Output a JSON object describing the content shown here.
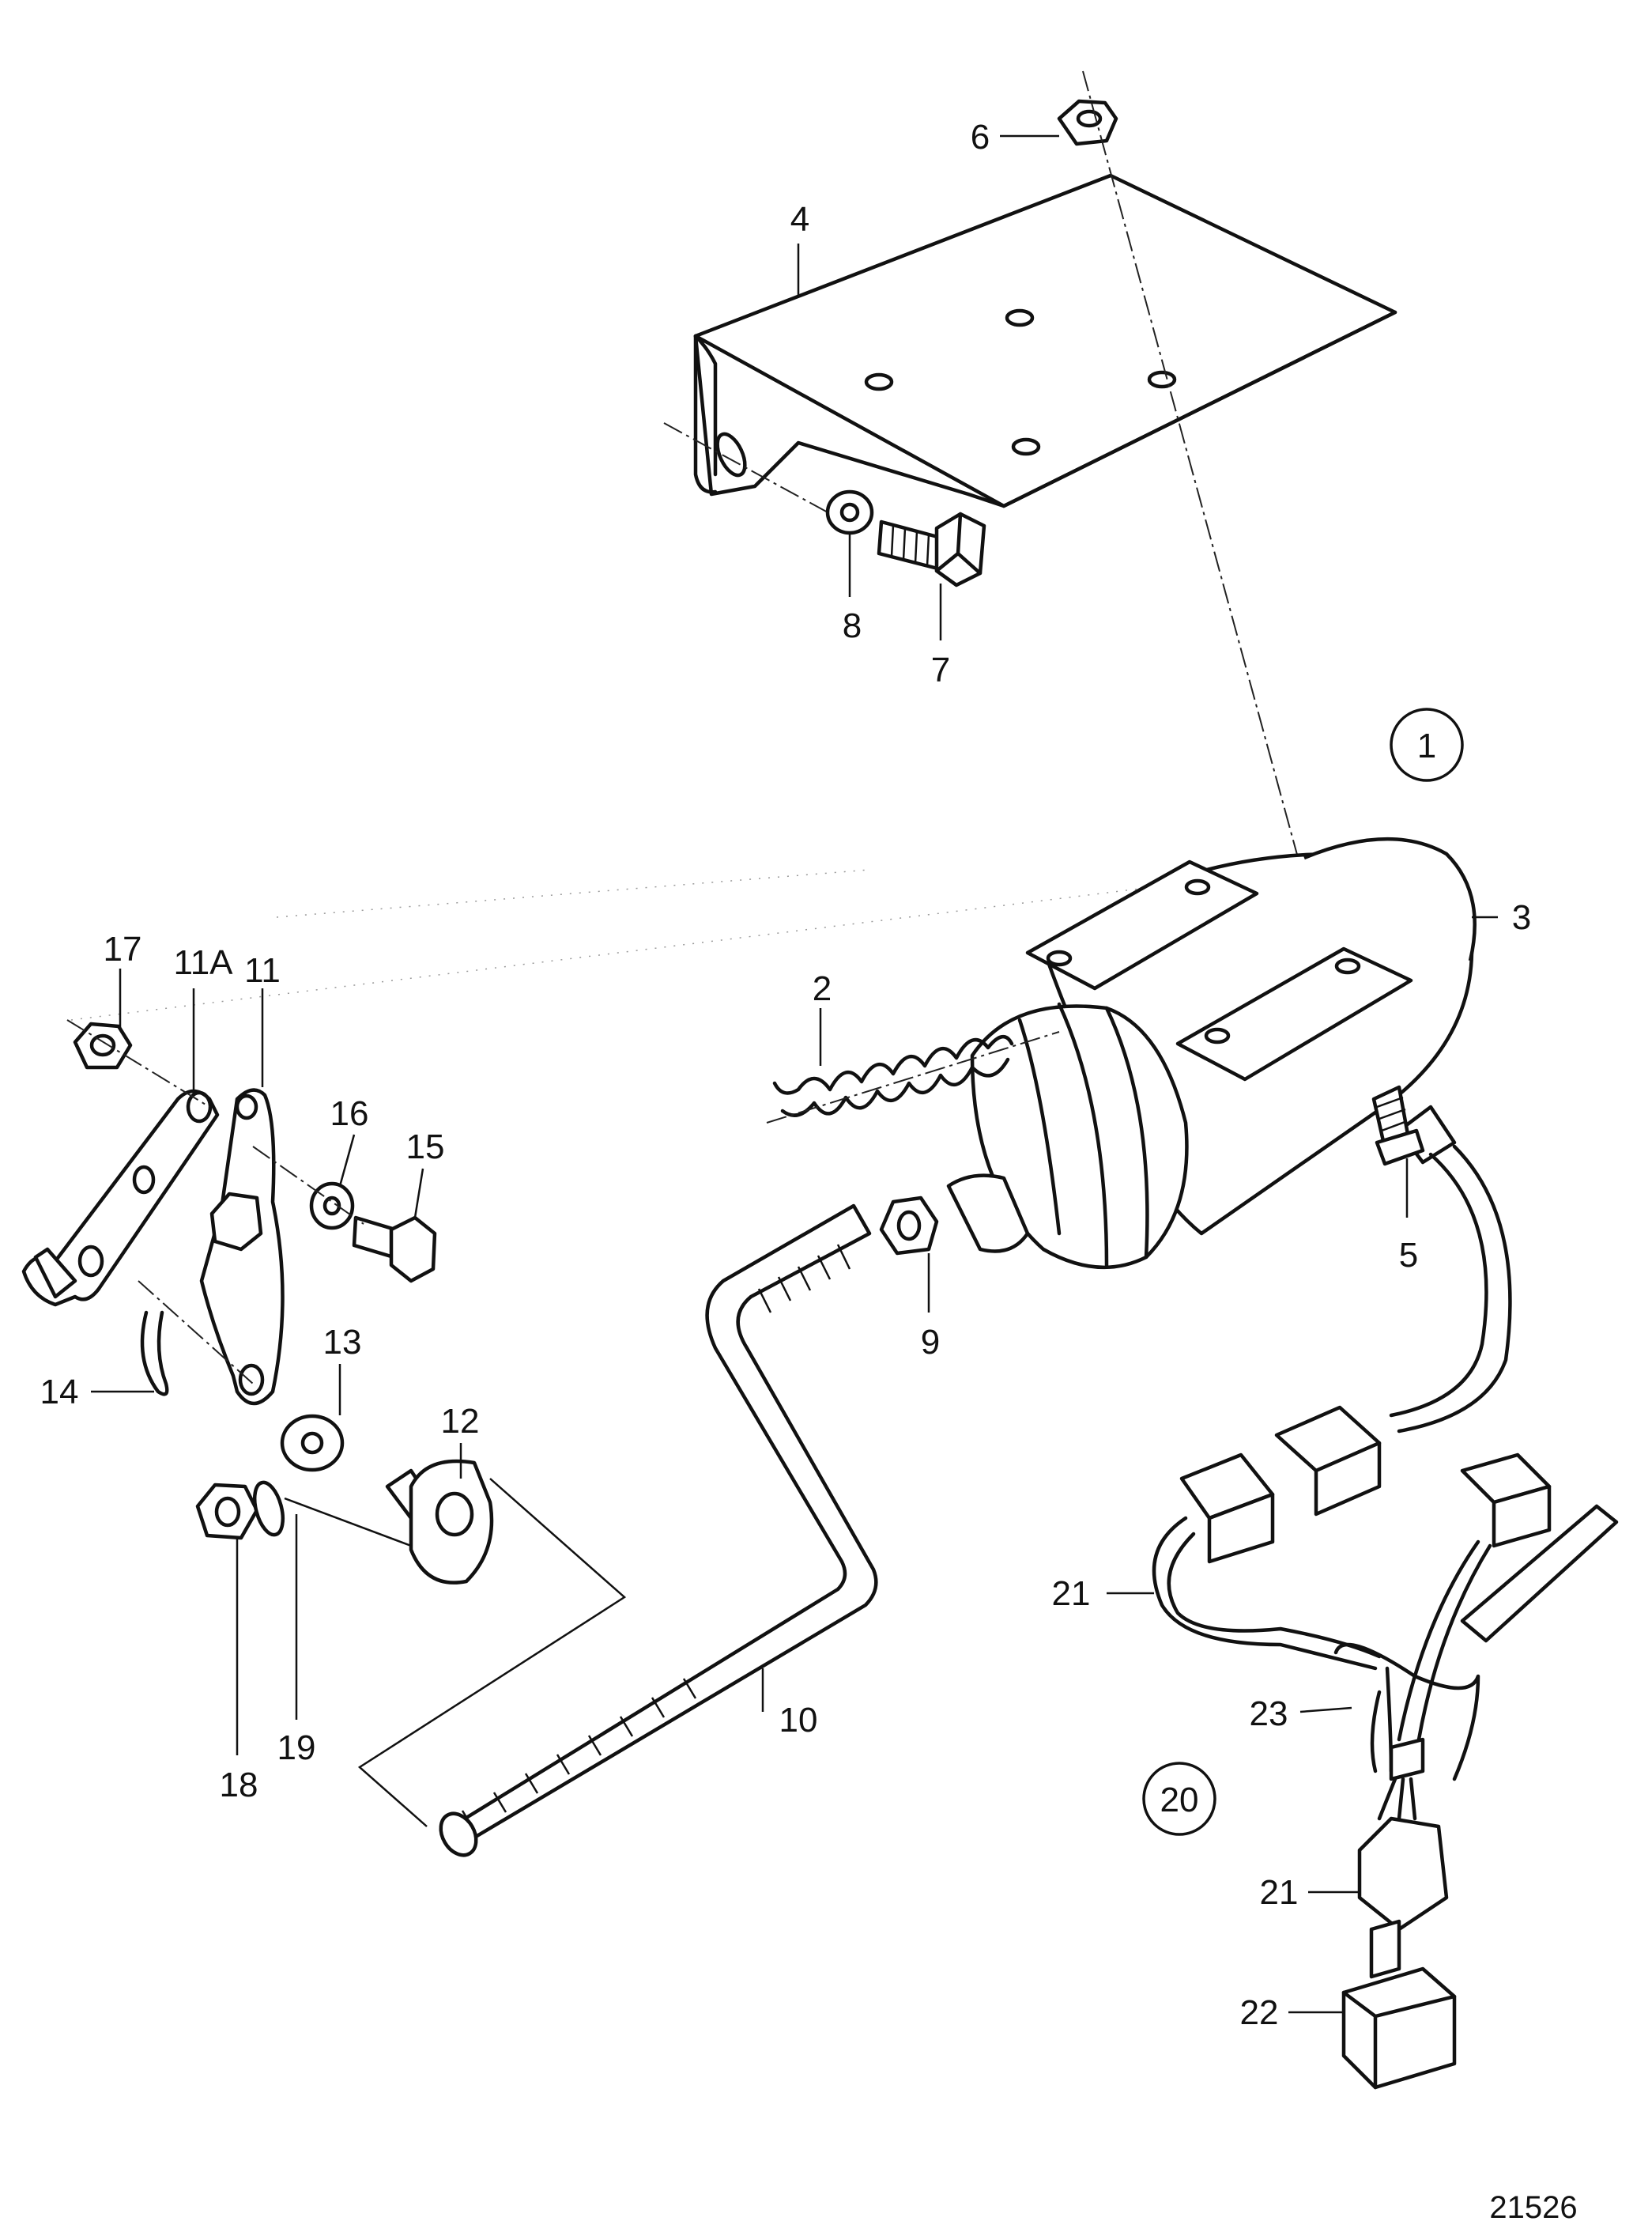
{
  "callouts": {
    "c1": "1",
    "c2": "2",
    "c3": "3",
    "c4": "4",
    "c5": "5",
    "c6": "6",
    "c7": "7",
    "c8": "8",
    "c9": "9",
    "c10": "10",
    "c11": "11",
    "c11a": "11A",
    "c12": "12",
    "c13": "13",
    "c14": "14",
    "c15": "15",
    "c16": "16",
    "c17": "17",
    "c18": "18",
    "c19": "19",
    "c20": "20",
    "c21a": "21",
    "c21b": "21",
    "c22": "22",
    "c23": "23"
  },
  "figure_number": "21526"
}
